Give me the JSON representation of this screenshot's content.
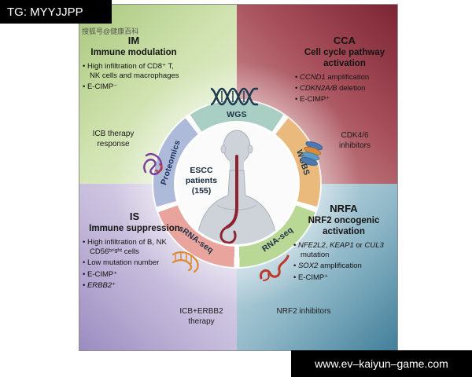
{
  "overlays": {
    "tg_label": "TG: MYYJJPP",
    "site_label": "www.ev–kaiyun–game.com",
    "sohu_watermark": "搜狐号@健康百科"
  },
  "center": {
    "patients_label": "ESCC patients (155)"
  },
  "ring": {
    "labels": {
      "wgs": "WGS",
      "wgbs": "WGBS",
      "rna": "RNA-seq",
      "srna": "sRNA-seq",
      "proteomics": "Proteomics"
    },
    "colors": {
      "wgs": "#a9cec3",
      "wgbs": "#eaba7d",
      "rna": "#b9d795",
      "srna": "#eaa49e",
      "proteomics": "#aebada"
    }
  },
  "icons": {
    "wgs": "dna-double-helix",
    "wgbs": "methylation-disc-stack",
    "rna": "rna-strand",
    "srna": "rna-hairpin",
    "proteomics": "protein-tangle",
    "center": "human-torso-esophagus"
  },
  "quadrants": {
    "im": {
      "abbr": "IM",
      "title": "Immune modulation",
      "bullets": [
        "High infiltration of CD8⁺ T, NK cells and macrophages",
        "E-CIMP⁻"
      ],
      "note": "ICB therapy response"
    },
    "cca": {
      "abbr": "CCA",
      "title": "Cell cycle pathway activation",
      "bullets": [
        "<i>CCND1</i> amplification",
        "<i>CDKN2A/B</i> deletion",
        "E-CIMP⁺"
      ],
      "note": "CDK4/6 inhibitors"
    },
    "is": {
      "abbr": "IS",
      "title": "Immune suppression",
      "bullets": [
        "High infiltration of B, NK CD56ᵇʳⁱᵍʰᵗ cells",
        "Low mutation number",
        "E-CIMP⁺",
        "<i>ERBB2</i>⁺"
      ],
      "note": "ICB+ERBB2 therapy"
    },
    "nrfa": {
      "abbr": "NRFA",
      "title": "NRF2 oncogenic activation",
      "bullets": [
        "<i>NFE2L2</i>, <i>KEAP1</i> or <i>CUL3</i> mutation",
        "<i>SOX2</i> amplification",
        "E-CIMP⁺"
      ],
      "note": "NRF2 inhibitors"
    }
  }
}
